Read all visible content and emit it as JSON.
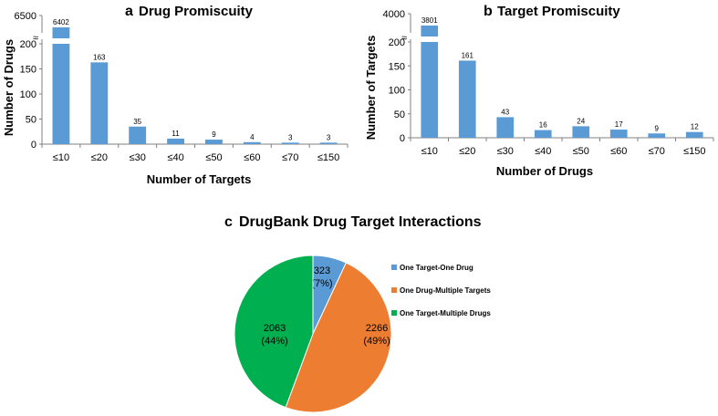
{
  "chart_data": [
    {
      "type": "bar",
      "panel": "a",
      "title": "Drug Promiscuity",
      "xlabel": "Number of Targets",
      "ylabel": "Number of Drugs",
      "categories": [
        "≤10",
        "≤20",
        "≤30",
        "≤40",
        "≤50",
        "≤60",
        "≤70",
        "≤150"
      ],
      "values": [
        6402,
        163,
        35,
        11,
        9,
        4,
        3,
        3
      ],
      "data_labels": [
        "6402",
        "163",
        "35",
        "11",
        "9",
        "4",
        "3",
        "3"
      ],
      "yticks": [
        "0",
        "50",
        "100",
        "150",
        "200",
        "6500"
      ],
      "ylim": [
        0,
        200
      ],
      "axis_break": true,
      "color": "#5B9BD5"
    },
    {
      "type": "bar",
      "panel": "b",
      "title": "Target Promiscuity",
      "xlabel": "Number of Drugs",
      "ylabel": "Number of Targets",
      "categories": [
        "≤10",
        "≤20",
        "≤30",
        "≤40",
        "≤50",
        "≤60",
        "≤70",
        "≤150"
      ],
      "values": [
        3801,
        161,
        43,
        16,
        24,
        17,
        9,
        12
      ],
      "data_labels": [
        "3801",
        "161",
        "43",
        "16",
        "24",
        "17",
        "9",
        "12"
      ],
      "yticks": [
        "0",
        "50",
        "100",
        "150",
        "200",
        "4000"
      ],
      "ylim": [
        0,
        200
      ],
      "axis_break": true,
      "color": "#5B9BD5"
    },
    {
      "type": "pie",
      "panel": "c",
      "title": "DrugBank Drug Target Interactions",
      "slices": [
        {
          "name": "One Target-One Drug",
          "value": 323,
          "label": "323",
          "pct": "(7%)",
          "color": "#5B9BD5"
        },
        {
          "name": "One Drug-Multiple Targets",
          "value": 2266,
          "label": "2266",
          "pct": "(49%)",
          "color": "#ED7D31"
        },
        {
          "name": "One Target-Multiple Drugs",
          "value": 2063,
          "label": "2063",
          "pct": "(44%)",
          "color": "#00B050"
        }
      ],
      "legend_position": "right"
    }
  ]
}
